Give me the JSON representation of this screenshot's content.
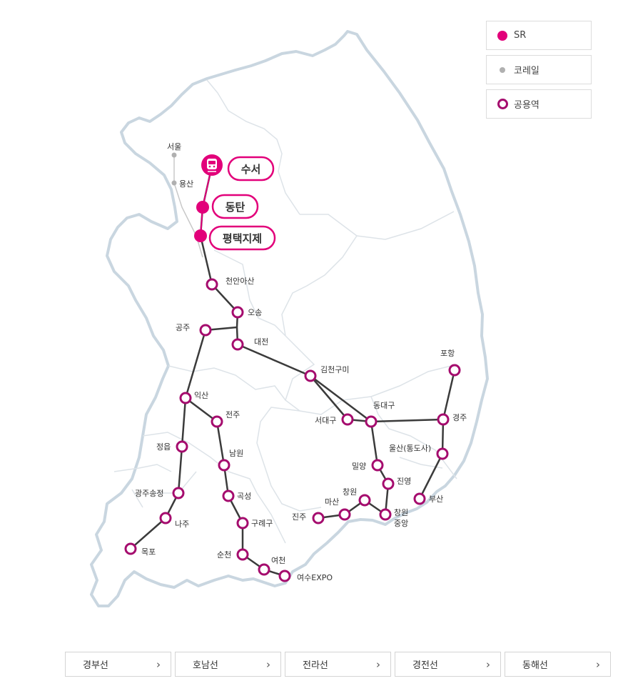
{
  "legend": [
    {
      "label": "SR",
      "symbol": "sr-dot"
    },
    {
      "label": "코레일",
      "symbol": "korail-dot"
    },
    {
      "label": "공용역",
      "symbol": "shared-ring"
    }
  ],
  "colors": {
    "sr": "#e2007a",
    "shared_ring": "#a50c6e",
    "track": "#3b3b3b",
    "korail": "#b0b0b0",
    "coast": "#c9d6e0",
    "border": "#dde3e8"
  },
  "korail_stations": {
    "seoul": "서울",
    "yongsan": "용산"
  },
  "sr_stations": {
    "suseo": "수서",
    "dongtan": "동탄",
    "pyeongtaek": "평택지제"
  },
  "shared_stations": {
    "cheonan": "천안아산",
    "osong": "오송",
    "gongju": "공주",
    "daejeon": "대전",
    "gimcheon": "김천구미",
    "pohang": "포항",
    "seodaegu": "서대구",
    "dongdaegu": "동대구",
    "gyeongju": "경주",
    "ulsan": "울산(통도사)",
    "busan": "부산",
    "miryang": "밀양",
    "jinyeong": "진영",
    "changwon": "창원",
    "changwon_jungang_1": "창원",
    "changwon_jungang_2": "중앙",
    "masan": "마산",
    "jinju": "진주",
    "iksan": "익산",
    "jeonju": "전주",
    "jeongeup": "정읍",
    "namwon": "남원",
    "gwangju": "광주송정",
    "gokseong": "곡성",
    "naju": "나주",
    "gurye": "구례구",
    "mokpo": "목포",
    "suncheon": "순천",
    "yeocheon": "여천",
    "yeosu": "여수EXPO"
  },
  "line_buttons": [
    {
      "label": "경부선"
    },
    {
      "label": "호남선"
    },
    {
      "label": "전라선"
    },
    {
      "label": "경전선"
    },
    {
      "label": "동해선"
    }
  ],
  "icons": {
    "train": "train-icon",
    "chevron": "›"
  }
}
